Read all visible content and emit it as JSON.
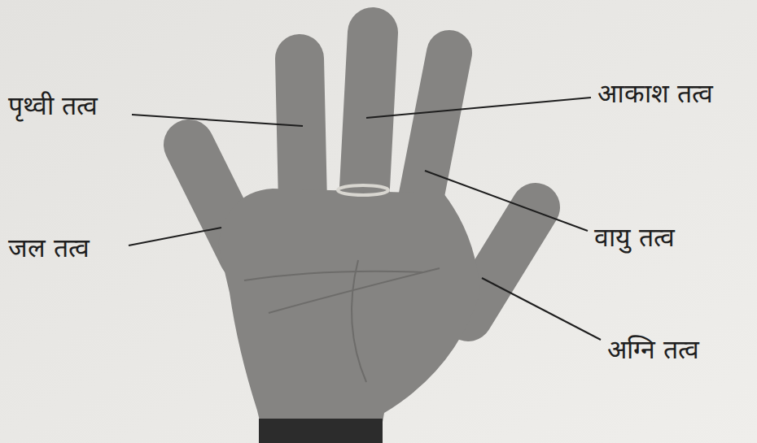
{
  "diagram": {
    "labels": [
      "पृथ्वी तत्व",
      "आकाश तत्व",
      "जल तत्व",
      "वायु तत्व",
      "अग्नि तत्व"
    ]
  }
}
